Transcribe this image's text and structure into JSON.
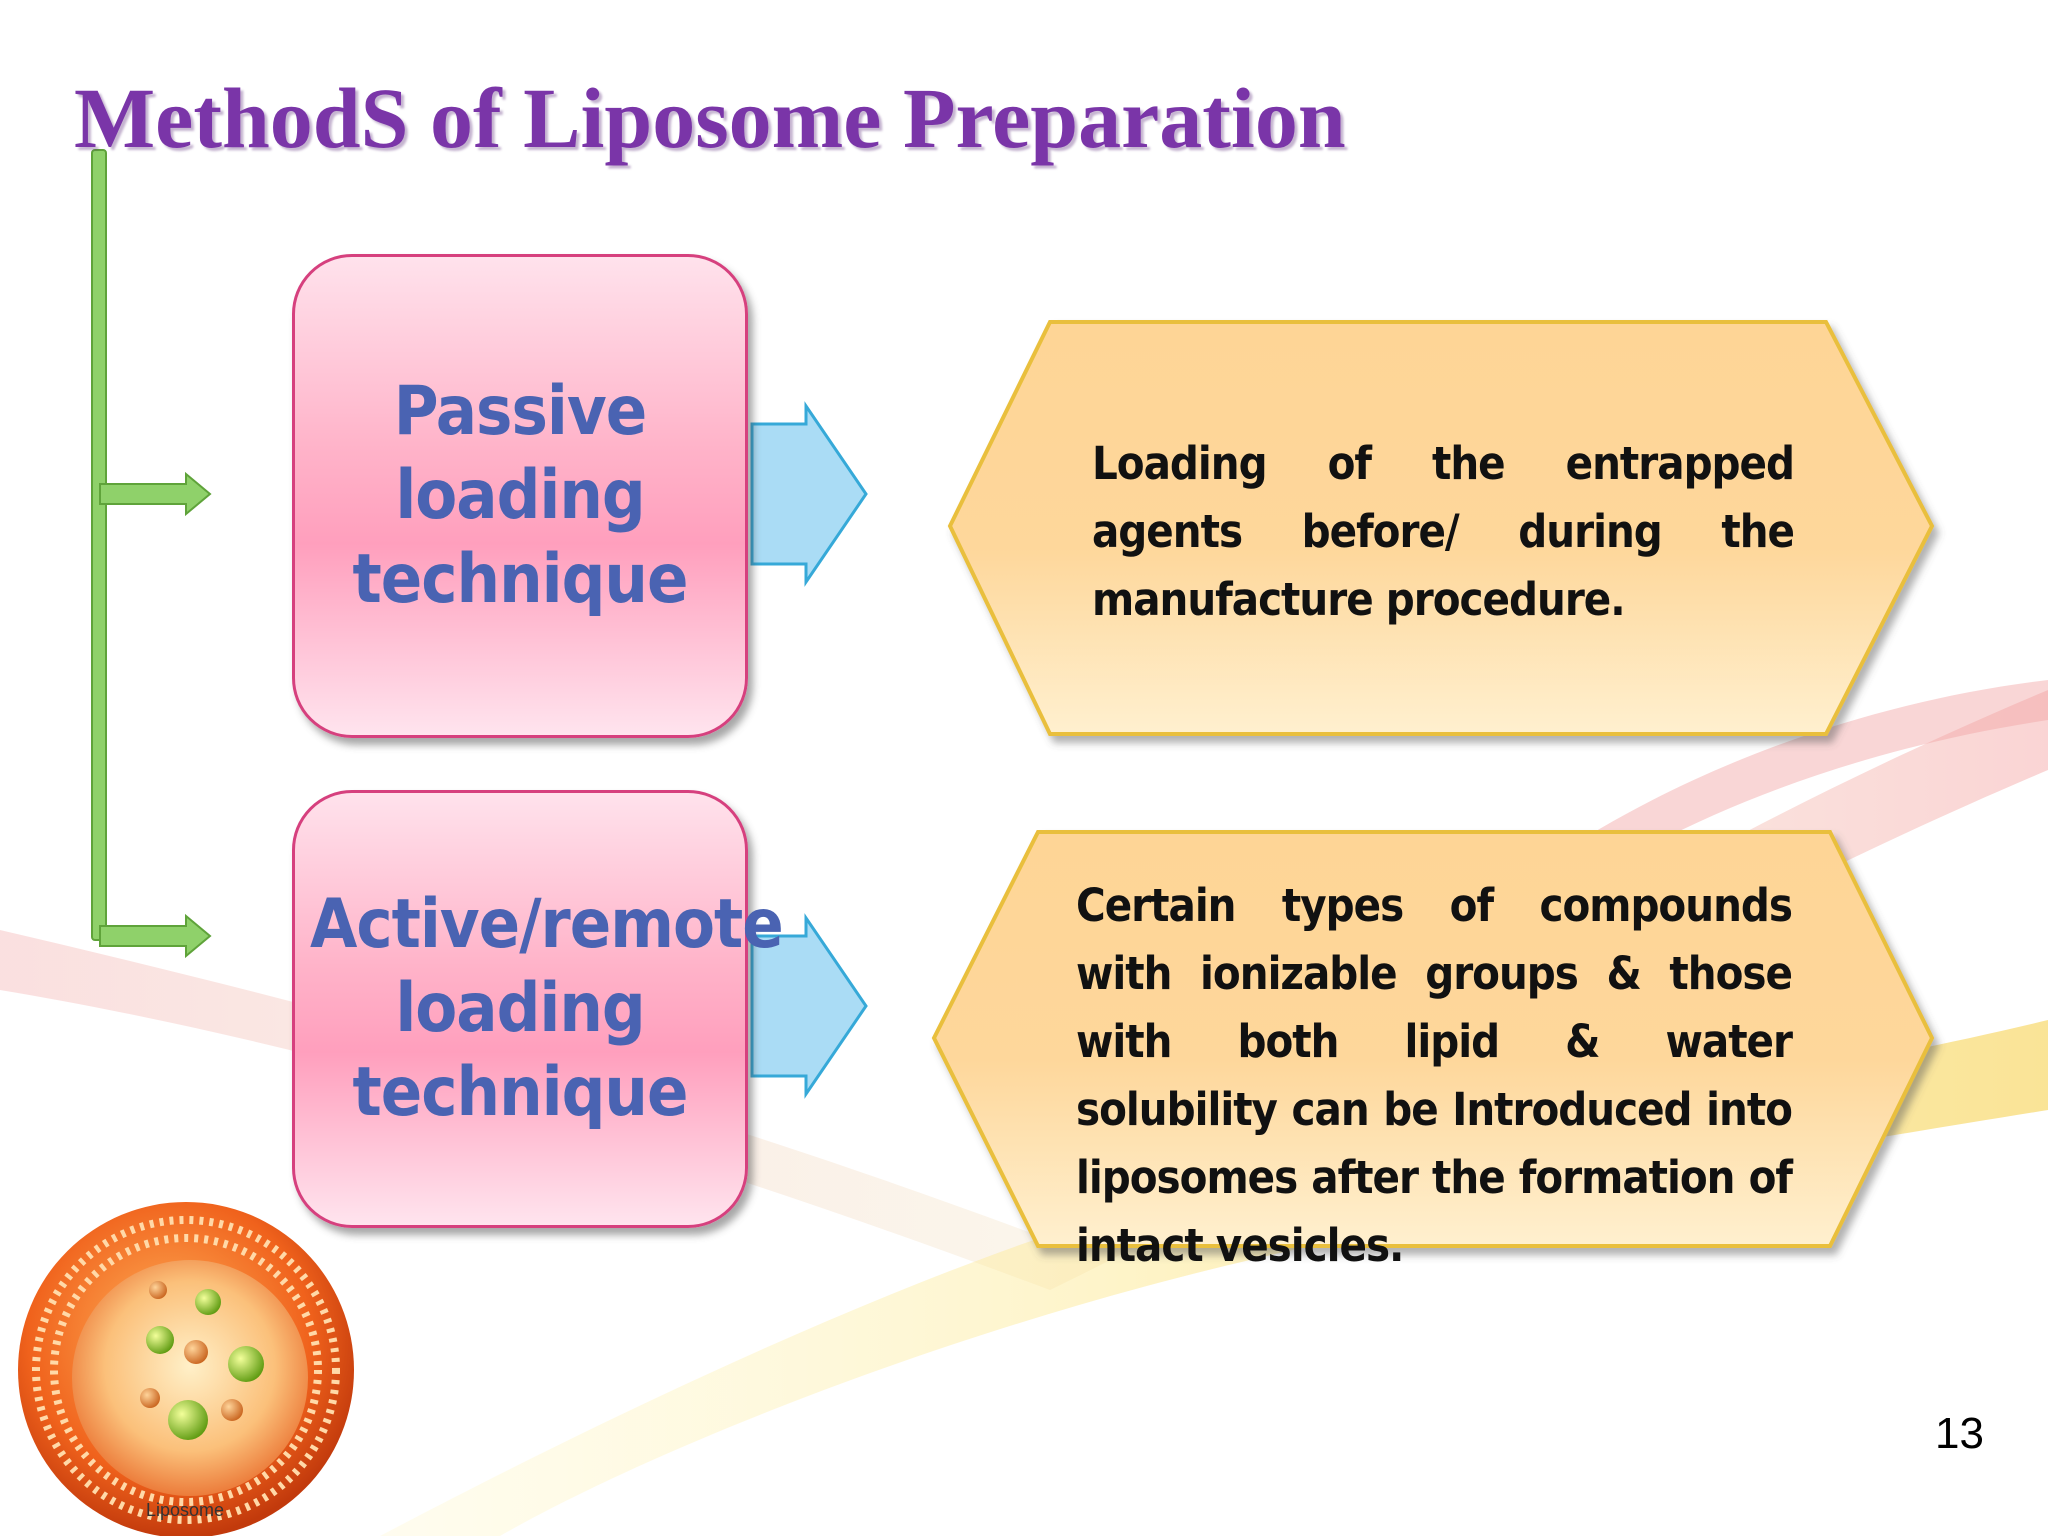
{
  "slide": {
    "title": "MethodS of Liposome Preparation",
    "page_number": "13"
  },
  "methods": [
    {
      "label": "Passive loading technique",
      "description": "Loading of the entrapped agents before/ during the manufacture procedure."
    },
    {
      "label": "Active/remote loading technique",
      "description": "Certain types of compounds with ionizable groups & those with both lipid & water solubility can be Introduced into liposomes after the formation of intact vesicles."
    }
  ],
  "illustration": {
    "caption": "Liposome"
  },
  "colors": {
    "title": "#7a35a8",
    "method_text": "#4a63b2",
    "method_border": "#d6407e",
    "connector": "#8fd16a",
    "arrow": "#aadcf5",
    "hexagon_fill": "#fed596",
    "hexagon_border": "#e9bf3d"
  }
}
